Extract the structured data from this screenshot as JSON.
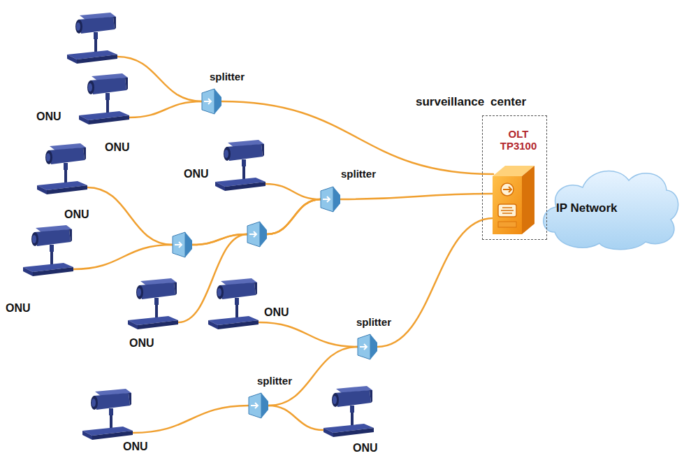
{
  "diagram": {
    "nodes": [
      {
        "text": [
          "surveillance center"
        ]
      },
      {
        "text": [
          "OLT TP3100"
        ],
        "in": 0
      },
      {
        "text": [
          "IP Network"
        ]
      },
      {
        "text": [
          "ONU"
        ]
      },
      {
        "text": [
          "splitter"
        ]
      },
      {
        "text": [
          "ONU"
        ]
      },
      {
        "text": [
          "ONU"
        ]
      },
      {
        "text": [
          "splitter"
        ]
      },
      {
        "text": [
          "ONU"
        ]
      },
      {
        "text": [
          "ONU"
        ]
      },
      {
        "text": [
          "ONU"
        ]
      },
      {
        "text": [
          "ONU"
        ]
      },
      {
        "text": [
          "splitter"
        ]
      },
      {
        "text": [
          "splitter"
        ]
      },
      {
        "text": [
          "ONU"
        ]
      },
      {
        "text": [
          "ONU"
        ]
      }
    ],
    "edges": [
      {
        "from": 3,
        "to": 4,
        "arrow": "none"
      },
      {
        "from": 5,
        "to": 4,
        "arrow": "none"
      },
      {
        "from": 4,
        "to": 1,
        "arrow": "none"
      },
      {
        "from": 6,
        "to": 7,
        "arrow": "none"
      },
      {
        "from": 8,
        "to": 7,
        "arrow": "none"
      },
      {
        "from": 9,
        "to": 7,
        "arrow": "none"
      },
      {
        "from": 10,
        "to": 7,
        "arrow": "none"
      },
      {
        "from": 7,
        "to": 1,
        "arrow": "none"
      },
      {
        "from": 11,
        "to": 12,
        "arrow": "none"
      },
      {
        "from": 14,
        "to": 13,
        "arrow": "none"
      },
      {
        "from": 15,
        "to": 13,
        "arrow": "none"
      },
      {
        "from": 13,
        "to": 12,
        "arrow": "none"
      },
      {
        "from": 12,
        "to": 1,
        "arrow": "none"
      }
    ]
  }
}
